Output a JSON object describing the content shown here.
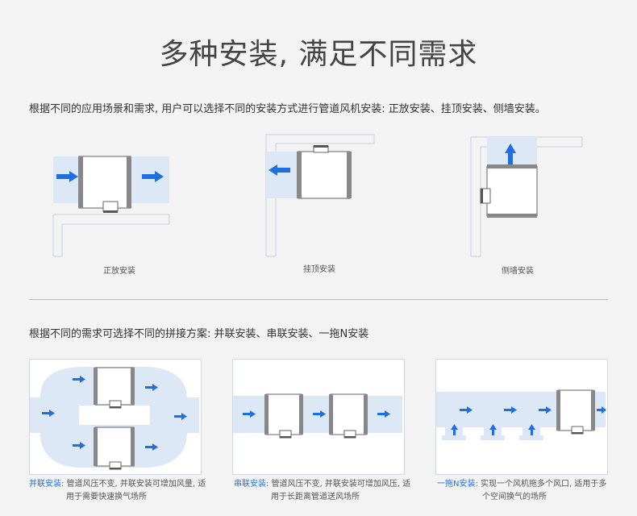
{
  "header": {
    "title": "多种安装, 满足不同需求"
  },
  "section1": {
    "description": "根据不同的应用场景和需求, 用户可以选择不同的安装方式进行管道风机安装: 正放安装、挂顶安装、侧墙安装。",
    "captions": [
      "正放安装",
      "挂顶安装",
      "侧墙安装"
    ]
  },
  "section2": {
    "description": "根据不同的需求可选择不同的拼接方案: 并联安装、串联安装、一拖N安装",
    "panels": [
      {
        "highlight": "并联安装",
        "line1": ": 管道风压不变, 并联安装可增加风量, 适",
        "line2": "用于需要快速换气场所"
      },
      {
        "highlight": "串联安装",
        "line1": ": 管道风压不变, 并联安装可增加风压, 适",
        "line2": "用于长距离管道送风场所"
      },
      {
        "highlight": "一拖N安装",
        "line1": ": 实现一个风机拖多个风口, 适用于多",
        "line2": "个空间换气的场所"
      }
    ]
  },
  "colors": {
    "arrow": "#1f6fe0",
    "duct": "#dde8f6",
    "highlight": "#2a6fdc",
    "fan_body": "#ffffff",
    "fan_rim": "#6d6d6d"
  }
}
